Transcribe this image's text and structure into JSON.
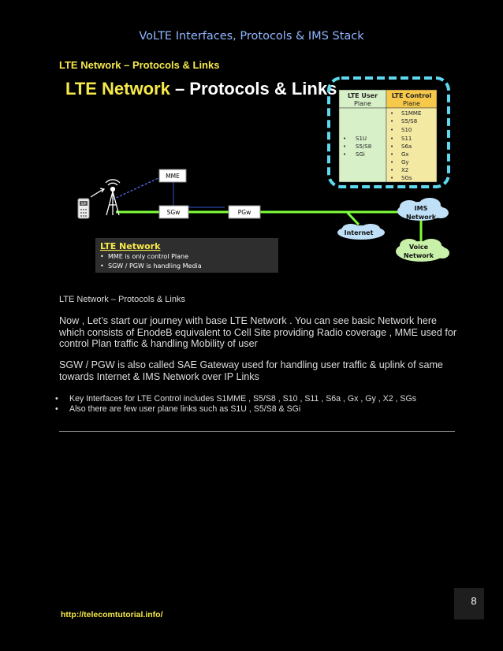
{
  "header": {
    "title": "VoLTE Interfaces, Protocols & IMS Stack"
  },
  "section": {
    "title": "LTE Network – Protocols & Links"
  },
  "diagram": {
    "title_highlight": "LTE Network",
    "title_rest": " – Protocols & Links",
    "nodes": {
      "mme": "MME",
      "sgw": "SGw",
      "pgw": "PGw",
      "internet": "Internet",
      "ims_line1": "IMS",
      "ims_line2": "Network",
      "voice_line1": "Voice",
      "voice_line2": "Network",
      "sip": "SIP"
    },
    "table": {
      "user_header_1": "LTE User",
      "user_header_2": "Plane",
      "control_header_1": "LTE Control",
      "control_header_2": "Plane",
      "user_items": [
        "S1U",
        "S5/S8",
        "SGi"
      ],
      "control_items": [
        "S1MME",
        "S5/S8",
        "S10",
        "S11",
        "S6a",
        "Gx",
        "Gy",
        "X2",
        "SGs"
      ]
    },
    "legend": {
      "title": "LTE Network",
      "items": [
        "MME is only control Plane",
        "SGW / PGW is handling Media"
      ]
    },
    "colors": {
      "title_yellow": "#f6e94a",
      "link_green": "#7fff3a",
      "cloud_blue": "#bfe0f7",
      "voice_green": "#c8f0a8",
      "table_border": "#5fd8f0",
      "user_col": "#d8f0c8",
      "control_col": "#f3e9a3",
      "control_header": "#f6c94a"
    }
  },
  "caption": "LTE Network – Protocols & Links",
  "paragraphs": [
    "Now , Let’s start our journey with base LTE Network . You can see basic Network here which consists of EnodeB equivalent to Cell Site providing Radio coverage , MME used for control Plan traffic & handling Mobility of user",
    "SGW / PGW is also called SAE Gateway used for handling user traffic & uplink of same towards Internet & IMS Network over IP Links"
  ],
  "bullets": [
    "Key Interfaces for LTE Control includes S1MME , S5/S8 , S10 , S11 , S6a , Gx , Gy , X2 , SGs",
    "Also there are few user plane links such as S1U , S5/S8 & SGi"
  ],
  "page_number": "8",
  "footer": {
    "url": "http://telecomtutorial.info/"
  }
}
